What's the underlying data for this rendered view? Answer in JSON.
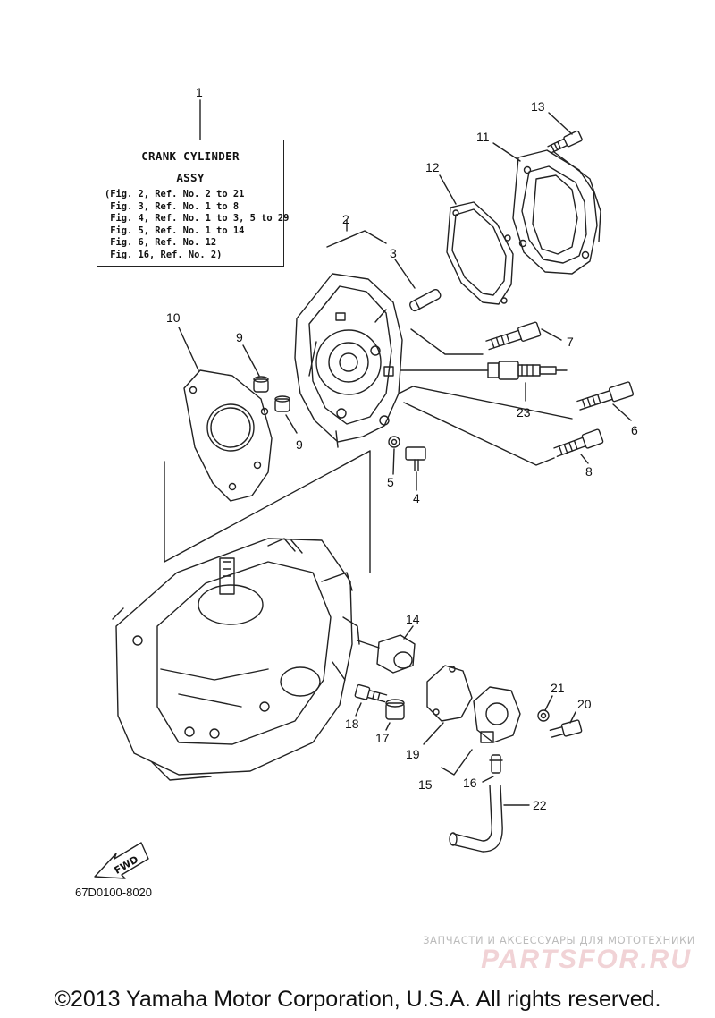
{
  "assembly_box": {
    "title_line1": "CRANK  CYLINDER",
    "title_line2": "ASSY",
    "lines": [
      "(Fig. 2, Ref. No. 2 to 21",
      " Fig. 3, Ref. No. 1 to 8",
      " Fig. 4, Ref. No. 1 to 3, 5 to 29",
      " Fig. 5, Ref. No. 1 to 14",
      " Fig. 6, Ref. No. 12",
      " Fig. 16, Ref. No. 2)"
    ]
  },
  "callouts": {
    "n1": "1",
    "n2": "2",
    "n3": "3",
    "n4": "4",
    "n5": "5",
    "n6": "6",
    "n7": "7",
    "n8": "8",
    "n9a": "9",
    "n9b": "9",
    "n10": "10",
    "n11": "11",
    "n12": "12",
    "n13": "13",
    "n14": "14",
    "n15": "15",
    "n16": "16",
    "n17": "17",
    "n18": "18",
    "n19": "19",
    "n20": "20",
    "n21": "21",
    "n22": "22",
    "n23": "23"
  },
  "fwd_label": "FWD",
  "diagram_code": "67D0100-8020",
  "watermark_line": "ЗАПЧАСТИ И АКСЕССУАРЫ ДЛЯ МОТОТЕХНИКИ",
  "watermark_logo": "PARTSFOR.RU",
  "copyright": "©2013 Yamaha Motor Corporation, U.S.A. All rights reserved."
}
